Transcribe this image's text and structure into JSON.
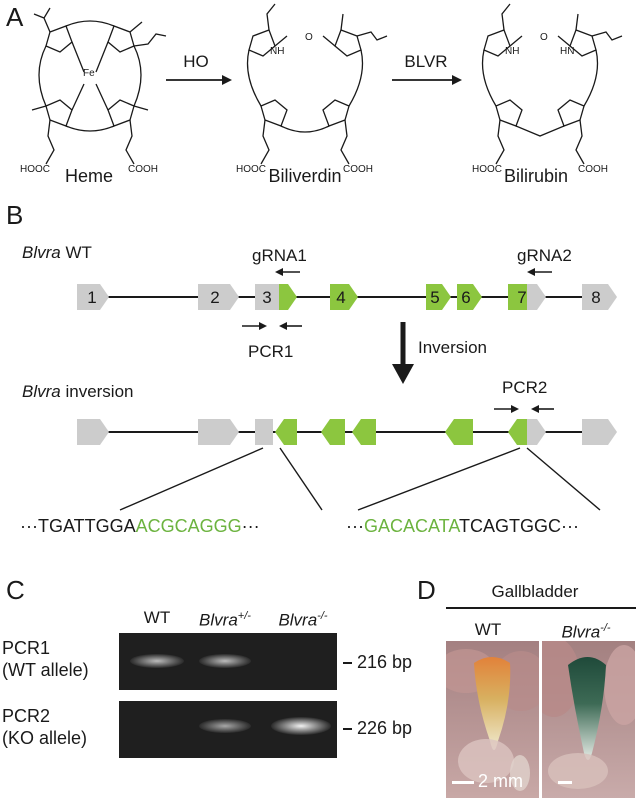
{
  "panels": {
    "a": "A",
    "b": "B",
    "c": "C",
    "d": "D"
  },
  "panel_a": {
    "molecules": [
      {
        "name": "Heme",
        "metal": "Fe"
      },
      {
        "name": "Biliverdin"
      },
      {
        "name": "Bilirubin"
      }
    ],
    "arrow1": "HO",
    "arrow2": "BLVR",
    "substituents": {
      "acid": "COOH",
      "acid_left": "HOOC",
      "nh": "NH",
      "hn": "HN",
      "o": "O",
      "n": "N",
      "h": "H"
    }
  },
  "panel_b": {
    "wt_gene": "Blvra",
    "wt_suffix": " WT",
    "inv_gene": "Blvra",
    "inv_suffix": " inversion",
    "exons": [
      "1",
      "2",
      "3",
      "4",
      "5",
      "6",
      "7",
      "8"
    ],
    "grna1": "gRNA1",
    "grna2": "gRNA2",
    "pcr1": "PCR1",
    "pcr2": "PCR2",
    "inversion": "Inversion",
    "seq_left": {
      "prefix": "···",
      "black": "TGATTGGA",
      "green": "ACGCAGGG",
      "suffix": "···"
    },
    "seq_right": {
      "prefix": "···",
      "green": "GACACATA",
      "black": "TCAGTGGC",
      "suffix": "···"
    },
    "colors": {
      "green": "#8cc63f",
      "gray": "#cccccc",
      "seq_green": "#6cb33f"
    }
  },
  "panel_c": {
    "lanes": [
      {
        "gene": "WT",
        "sup": ""
      },
      {
        "gene": "Blvra",
        "sup": "+/-"
      },
      {
        "gene": "Blvra",
        "sup": "-/-"
      }
    ],
    "rows": [
      {
        "line1": "PCR1",
        "line2": "(WT allele)",
        "size": "216 bp"
      },
      {
        "line1": "PCR2",
        "line2": "(KO allele)",
        "size": "226 bp"
      }
    ]
  },
  "panel_d": {
    "title": "Gallbladder",
    "left_label": "WT",
    "right_gene": "Blvra",
    "right_sup": "-/-",
    "scale": "2 mm"
  }
}
